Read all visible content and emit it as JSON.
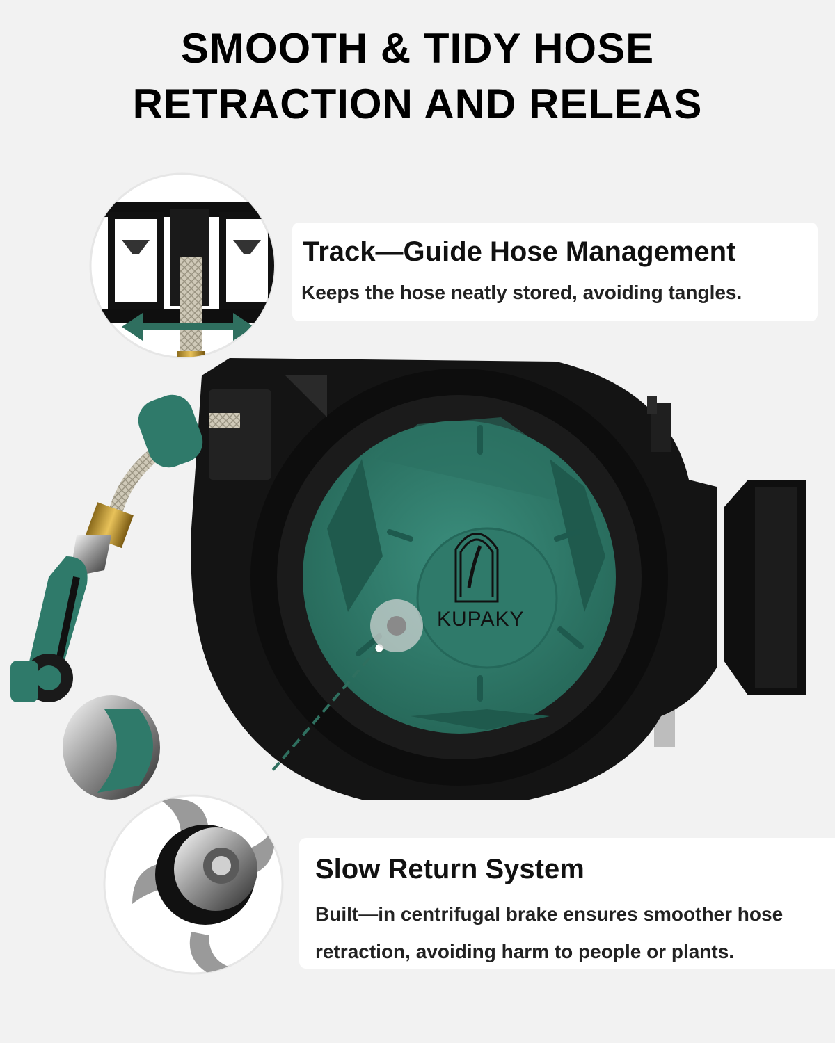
{
  "headline": {
    "line1": "SMOOTH & TIDY HOSE",
    "line2": "RETRACTION AND RELEAS"
  },
  "features": [
    {
      "title": "Track—Guide Hose Management",
      "description": "Keeps the hose neatly stored, avoiding tangles."
    },
    {
      "title": "Slow Return System",
      "description": "Built—in centrifugal brake ensures smoother hose retraction, avoiding harm to people or plants."
    }
  ],
  "product": {
    "brand": "KUPAKY"
  },
  "colors": {
    "background": "#f2f2f2",
    "reel_body": "#141414",
    "accent_green": "#2f7a6a",
    "arrow_green": "#2f6f5f",
    "panel": "#ffffff"
  }
}
